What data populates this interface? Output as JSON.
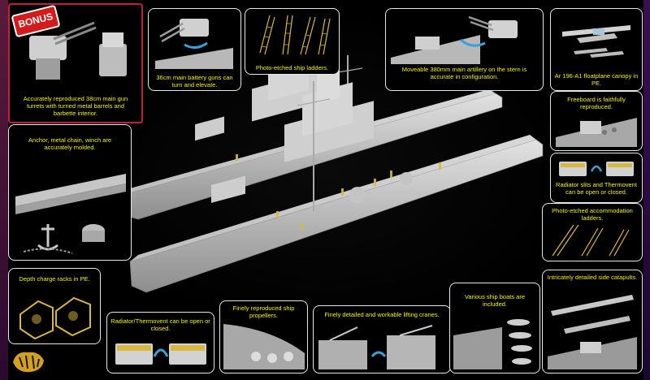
{
  "bonus": {
    "badge": "BONUS",
    "caption": "Accurately reproduced 38cm main gun turrets with turned metal barrels and barbette interior."
  },
  "panels": {
    "battery_guns": "36cm main battery guns can turn and elevate.",
    "ladders": "Photo-etched ship ladders.",
    "stern_artillery": "Moveable 380mm main artillery on the stern is accurate in configuration.",
    "floatplane": "Ar 196-A1 floatplane canopy in PE.",
    "freeboard": "Freeboard is faithfully reproduced.",
    "anchor": "Anchor, metal chain, winch are accurately molded.",
    "radiator_right": "Radiator slits and Thermovent can be open or closed.",
    "accommodation_ladders": "Photo-etched accommodation ladders.",
    "depth_charge": "Depth charge racks in PE.",
    "radiator_bottom": "Radiator/Thermovent can be open or closed.",
    "propellers": "Finely reproduced ship propellers.",
    "cranes": "Finely detailed and workable lifting cranes.",
    "boats": "Various ship boats are included.",
    "catapults": "Intricately detailed side catapults."
  },
  "colors": {
    "caption": "#f6f000",
    "panel_border": "#e8e8e8",
    "bonus_border": "#c02040",
    "badge": "#d41a1a",
    "model_grey": "#c9c9c9",
    "pe_gold": "#d8b840"
  },
  "icons": [
    "rotate-arrow-icon",
    "tiger-logo-icon"
  ]
}
